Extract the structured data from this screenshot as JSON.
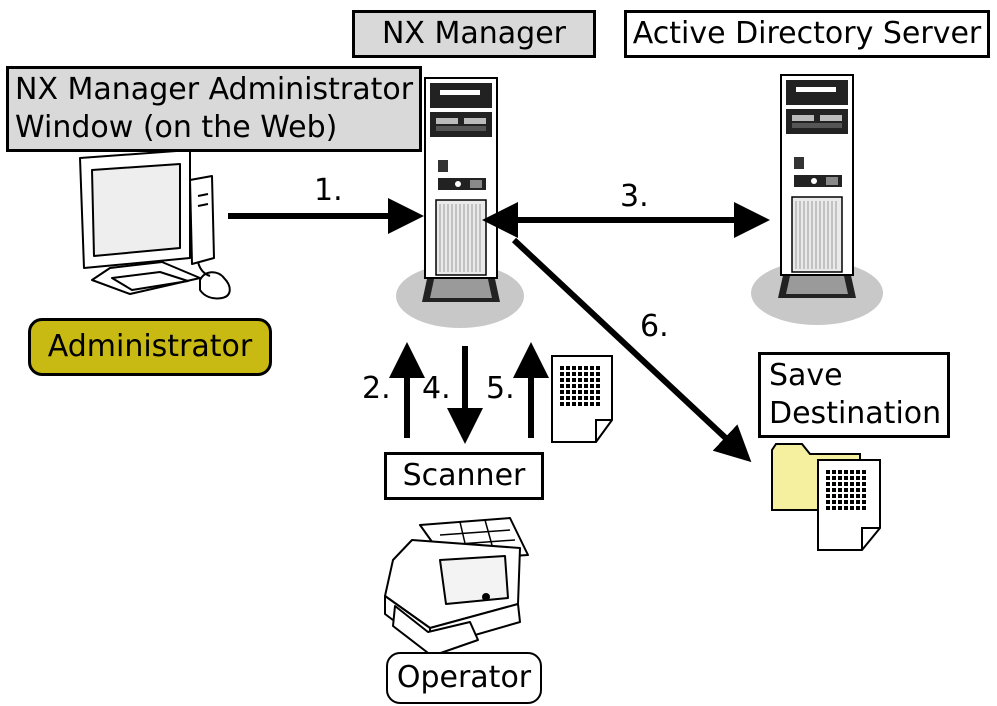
{
  "labels": {
    "nx_manager": "NX Manager",
    "ad_server": "Active Directory Server",
    "admin_window_line1": "NX Manager Administrator",
    "admin_window_line2": "Window (on the Web)",
    "administrator": "Administrator",
    "scanner": "Scanner",
    "operator": "Operator",
    "save_dest_line1": "Save",
    "save_dest_line2": "Destination"
  },
  "steps": {
    "s1": "1.",
    "s2": "2.",
    "s3": "3.",
    "s4": "4.",
    "s5": "5.",
    "s6": "6."
  },
  "colors": {
    "label_gray": "#d9d9d9",
    "administrator_fill": "#c8b913",
    "folder_fill": "#f4f0a0",
    "floor_shadow": "#c8c8c8"
  }
}
